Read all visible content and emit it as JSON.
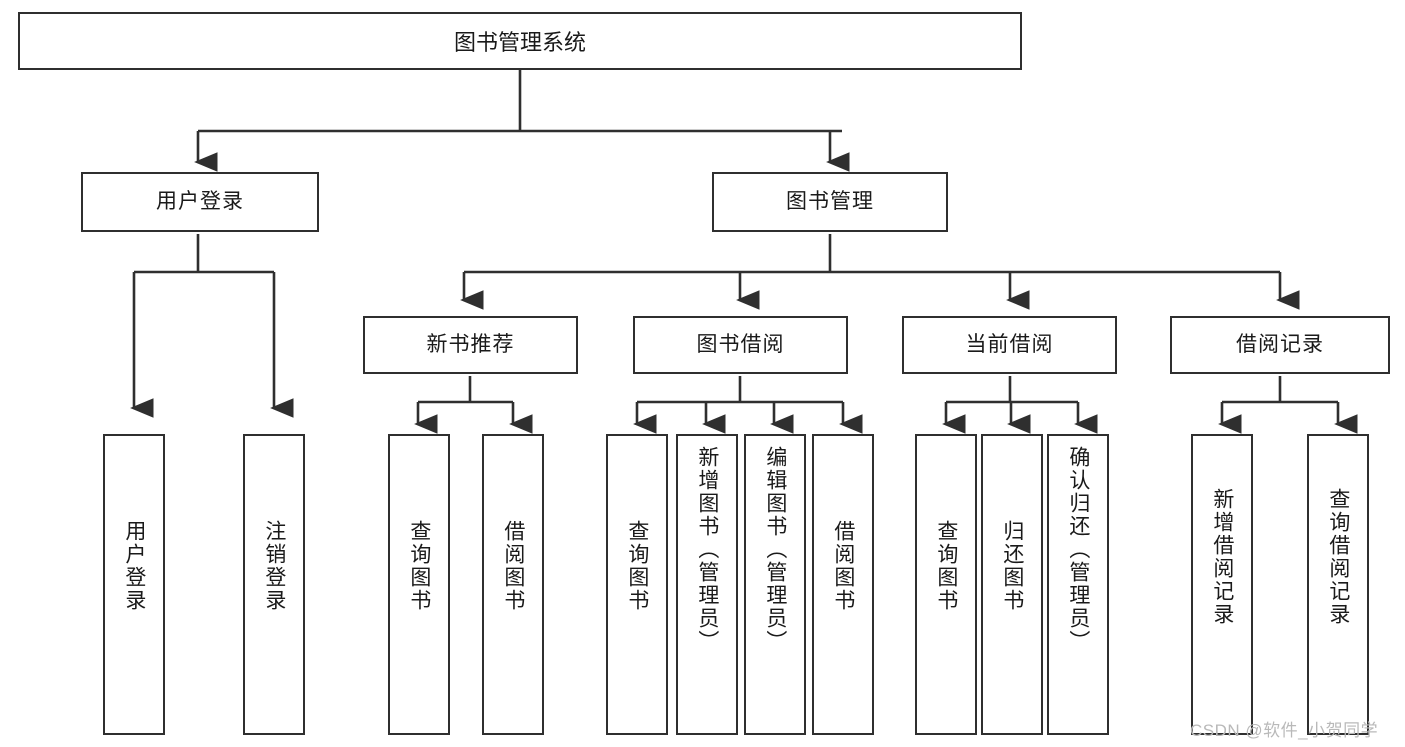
{
  "diagram": {
    "type": "tree-hierarchy",
    "title": "图书管理系统",
    "watermark": "CSDN @软件_小贺同学",
    "colors": {
      "box_border": "#2f2f2f",
      "box_fill": "#ffffff",
      "connector": "#2f2f2f",
      "text": "#1a1a1a",
      "watermark": "#b9b9b9"
    },
    "root": {
      "label": "图书管理系统"
    },
    "level2": [
      {
        "id": "user-login",
        "label": "用户登录"
      },
      {
        "id": "book-manage",
        "label": "图书管理"
      }
    ],
    "level3": [
      {
        "id": "new-book-recommend",
        "label": "新书推荐"
      },
      {
        "id": "book-borrow",
        "label": "图书借阅"
      },
      {
        "id": "current-borrow",
        "label": "当前借阅"
      },
      {
        "id": "borrow-record",
        "label": "借阅记录"
      }
    ],
    "leaves": {
      "user_login": [
        {
          "id": "leaf-user-login",
          "label": "用户登录"
        },
        {
          "id": "leaf-logout-login",
          "label": "注销登录"
        }
      ],
      "new_book_recommend": [
        {
          "id": "leaf-query-book-1",
          "label": "查询图书"
        },
        {
          "id": "leaf-borrow-book-1",
          "label": "借阅图书"
        }
      ],
      "book_borrow": [
        {
          "id": "leaf-query-book-2",
          "label": "查询图书"
        },
        {
          "id": "leaf-add-book",
          "label": "新增图书（管理员）"
        },
        {
          "id": "leaf-edit-book",
          "label": "编辑图书（管理员）"
        },
        {
          "id": "leaf-borrow-book-2",
          "label": "借阅图书"
        }
      ],
      "current_borrow": [
        {
          "id": "leaf-query-book-3",
          "label": "查询图书"
        },
        {
          "id": "leaf-return-book",
          "label": "归还图书"
        },
        {
          "id": "leaf-confirm-return",
          "label": "确认归还（管理员）"
        }
      ],
      "borrow_record": [
        {
          "id": "leaf-add-record",
          "label": "新增借阅记录"
        },
        {
          "id": "leaf-query-record",
          "label": "查询借阅记录"
        }
      ]
    }
  }
}
